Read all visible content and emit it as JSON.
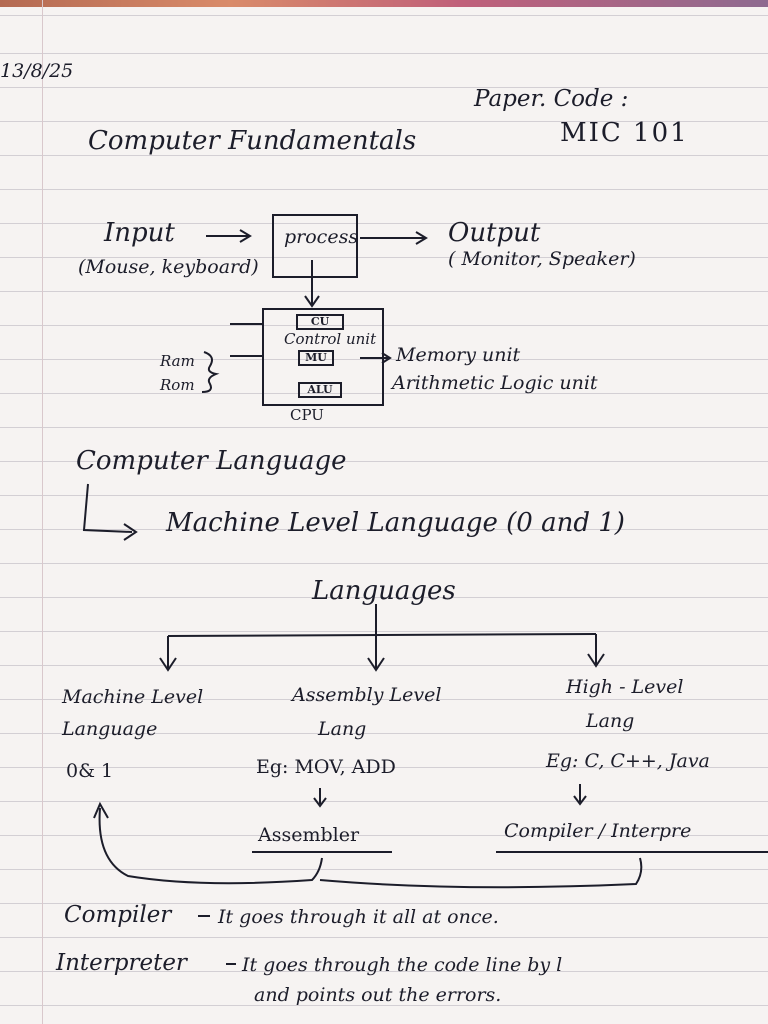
{
  "header": {
    "date": "13/8/25",
    "paper_code_label": "Paper. Code :",
    "paper_code": "MIC 101",
    "title": "Computer Fundamentals"
  },
  "diagram": {
    "input_label": "Input",
    "input_devices": "(Mouse, keyboard)",
    "process_label": "process",
    "output_label": "Output",
    "output_devices": "( Monitor, Speaker)",
    "cu_chip": "CU",
    "control_unit_label": "Control unit",
    "mu_chip": "MU",
    "alu_chip": "ALU",
    "memory_unit_label": "Memory unit",
    "alu_label": "Arithmetic Logic unit",
    "cpu_label": "CPU",
    "ram_label": "Ram",
    "rom_label": "Rom"
  },
  "computer_language": {
    "heading": "Computer Language",
    "machine_level": "Machine Level Language (0 and 1)"
  },
  "languages": {
    "heading": "Languages",
    "machine": {
      "line1": "Machine Level",
      "line2": "Language",
      "example": "0& 1"
    },
    "assembly": {
      "line1": "Assembly Level",
      "line2": "Lang",
      "example": "Eg: MOV, ADD",
      "translator": "Assembler"
    },
    "high": {
      "line1": "High - Level",
      "line2": "Lang",
      "example": "Eg: C, C++, Java",
      "translator": "Compiler / Interpre"
    }
  },
  "definitions": {
    "compiler_term": "Compiler",
    "compiler_def": "It goes through it all at once.",
    "interpreter_term": "Interpreter",
    "interpreter_def_1": "It goes through the code line by l",
    "interpreter_def_2": "and points out the errors."
  }
}
